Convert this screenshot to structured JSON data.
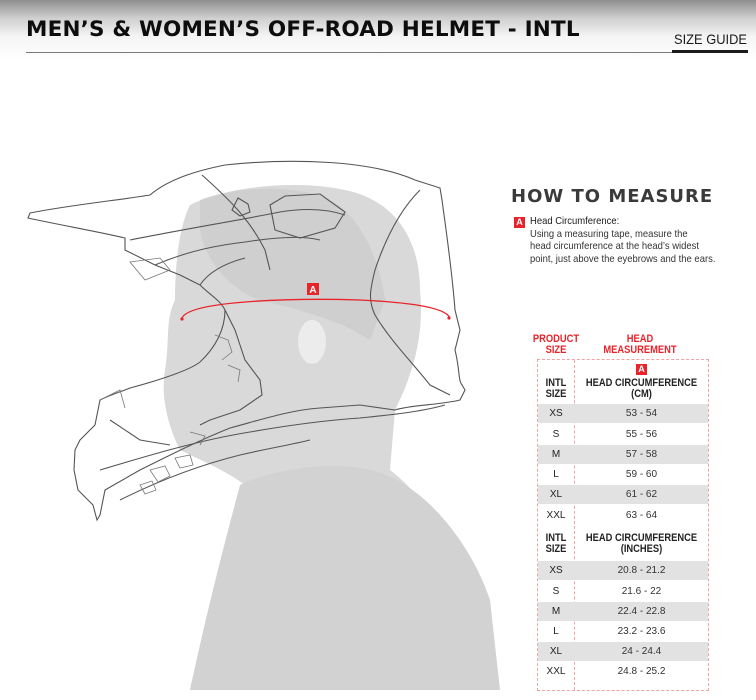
{
  "header": {
    "title": "MEN’S & WOMEN’S OFF-ROAD HELMET - INTL",
    "size_guide_link": "SIZE GUIDE"
  },
  "illustration": {
    "description": "Profile of man wearing off-road helmet (line drawing)",
    "marker_label": "A",
    "marker_color": "#e8232a"
  },
  "how_to_measure": {
    "title": "HOW TO MEASURE",
    "marker": "A",
    "label": "Head Circumference:",
    "lines": [
      "Using a measuring tape, measure the",
      "head circumference at the head’s widest",
      "point, just above the eyebrows and the ears."
    ]
  },
  "size_table": {
    "col_headers": {
      "product_size": [
        "PRODUCT",
        "SIZE"
      ],
      "head_measurement": [
        "HEAD",
        "MEASUREMENT"
      ]
    },
    "accent_color": "#e8232a",
    "marker": "A",
    "sections": [
      {
        "size_header": [
          "INTL",
          "SIZE"
        ],
        "measure_header": [
          "HEAD CIRCUMFERENCE",
          "(CM)"
        ],
        "rows": [
          {
            "size": "XS",
            "value": "53 - 54"
          },
          {
            "size": "S",
            "value": "55 - 56"
          },
          {
            "size": "M",
            "value": "57 - 58"
          },
          {
            "size": "L",
            "value": "59 - 60"
          },
          {
            "size": "XL",
            "value": "61 - 62"
          },
          {
            "size": "XXL",
            "value": "63 - 64"
          }
        ]
      },
      {
        "size_header": [
          "INTL",
          "SIZE"
        ],
        "measure_header": [
          "HEAD CIRCUMFERENCE",
          "(INCHES)"
        ],
        "rows": [
          {
            "size": "XS",
            "value": "20.8 - 21.2"
          },
          {
            "size": "S",
            "value": "21.6 - 22"
          },
          {
            "size": "M",
            "value": "22.4 - 22.8"
          },
          {
            "size": "L",
            "value": "23.2 - 23.6"
          },
          {
            "size": "XL",
            "value": "24 - 24.4"
          },
          {
            "size": "XXL",
            "value": "24.8 - 25.2"
          }
        ]
      }
    ]
  }
}
